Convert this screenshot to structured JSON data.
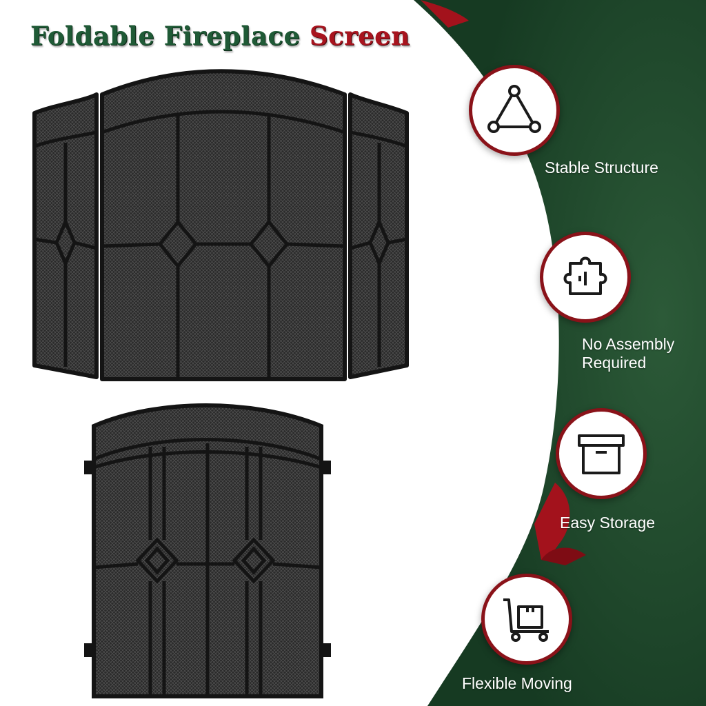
{
  "title": {
    "part1": "Foldable Fireplace ",
    "part2": "Screen"
  },
  "colors": {
    "green": "#1f4a2c",
    "red": "#8a1219",
    "white": "#ffffff",
    "frame": "#1a1a1a"
  },
  "features": [
    {
      "label": "Stable Structure",
      "icon": "triangle-structure-icon"
    },
    {
      "label_line1": "No Assembly",
      "label_line2": "Required",
      "icon": "puzzle-piece-icon"
    },
    {
      "label": "Easy Storage",
      "icon": "storage-box-icon"
    },
    {
      "label": "Flexible Moving",
      "icon": "hand-truck-icon"
    }
  ]
}
